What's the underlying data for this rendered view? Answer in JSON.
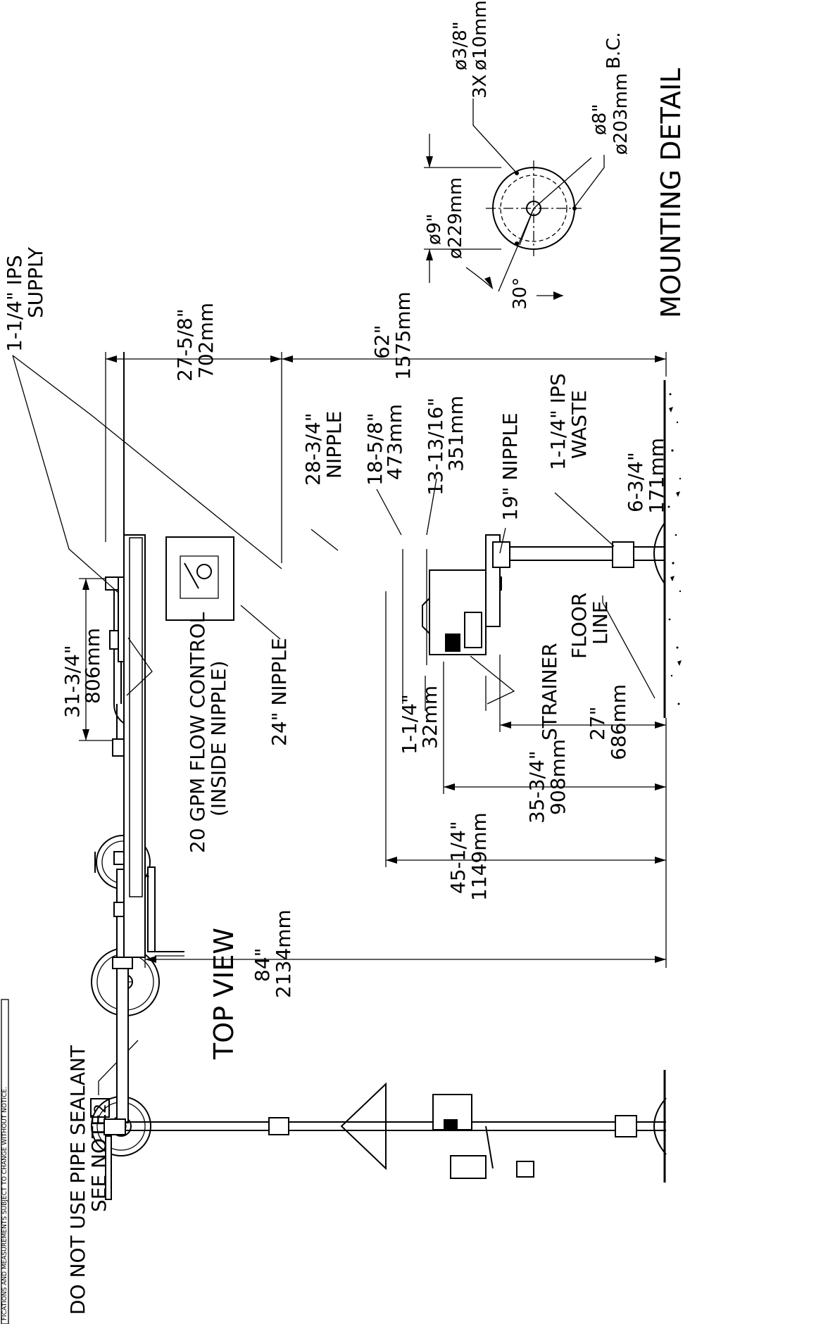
{
  "header": {
    "disclaimer": "FICATIONS AND MEASUREMENTS SUBJECT TO CHANGE WITHOUT NOTICE.",
    "sealant_line1": "DO NOT USE PIPE SEALANT",
    "sealant_line2": "SEE NOTE",
    "note_number": "2"
  },
  "views": {
    "top_view": "TOP VIEW",
    "mounting_detail": "MOUNTING DETAIL"
  },
  "callouts": {
    "flow_control_1": "20 GPM FLOW CONTROL",
    "flow_control_2": "(INSIDE NIPPLE)",
    "nipple_24": "24\"  NIPPLE",
    "strainer": "STRAINER",
    "floor_1": "FLOOR",
    "floor_2": "LINE",
    "supply_1": "1-1/4\" IPS",
    "supply_2": "SUPPLY",
    "nipple_2834_1": "28-3/4\"",
    "nipple_2834_2": "NIPPLE",
    "nipple_19": "19\"  NIPPLE",
    "waste_1": "1-1/4\" IPS",
    "waste_2": "WASTE"
  },
  "dimensions": {
    "d_31_in": "31-3/4\"",
    "d_31_mm": "806mm",
    "d_84_in": "84\"",
    "d_84_mm": "2134mm",
    "d_45_in": "45-1/4\"",
    "d_45_mm": "1149mm",
    "d_35_in": "35-3/4\"",
    "d_35_mm": "908mm",
    "d_27_in": "27\"",
    "d_27_mm": "686mm",
    "d_1_in": "1-1/4\"",
    "d_1_mm": "32mm",
    "d_2758_in": "27-5/8\"",
    "d_2758_mm": "702mm",
    "d_62_in": "62\"",
    "d_62_mm": "1575mm",
    "d_1858_in": "18-5/8\"",
    "d_1858_mm": "473mm",
    "d_1313_in": "13-13/16\"",
    "d_1313_mm": "351mm",
    "d_634_in": "6-3/4\"",
    "d_634_mm": "171mm"
  },
  "mounting": {
    "dia9_in": "ø9\"",
    "dia9_mm": "ø229mm",
    "angle": "30°",
    "holes_count": "3X",
    "hole_in": "ø3/8\"",
    "hole_mm": "ø10mm",
    "bc_in": "ø8\"",
    "bc_mm": "ø203mm",
    "bc_suffix": "B.C."
  }
}
